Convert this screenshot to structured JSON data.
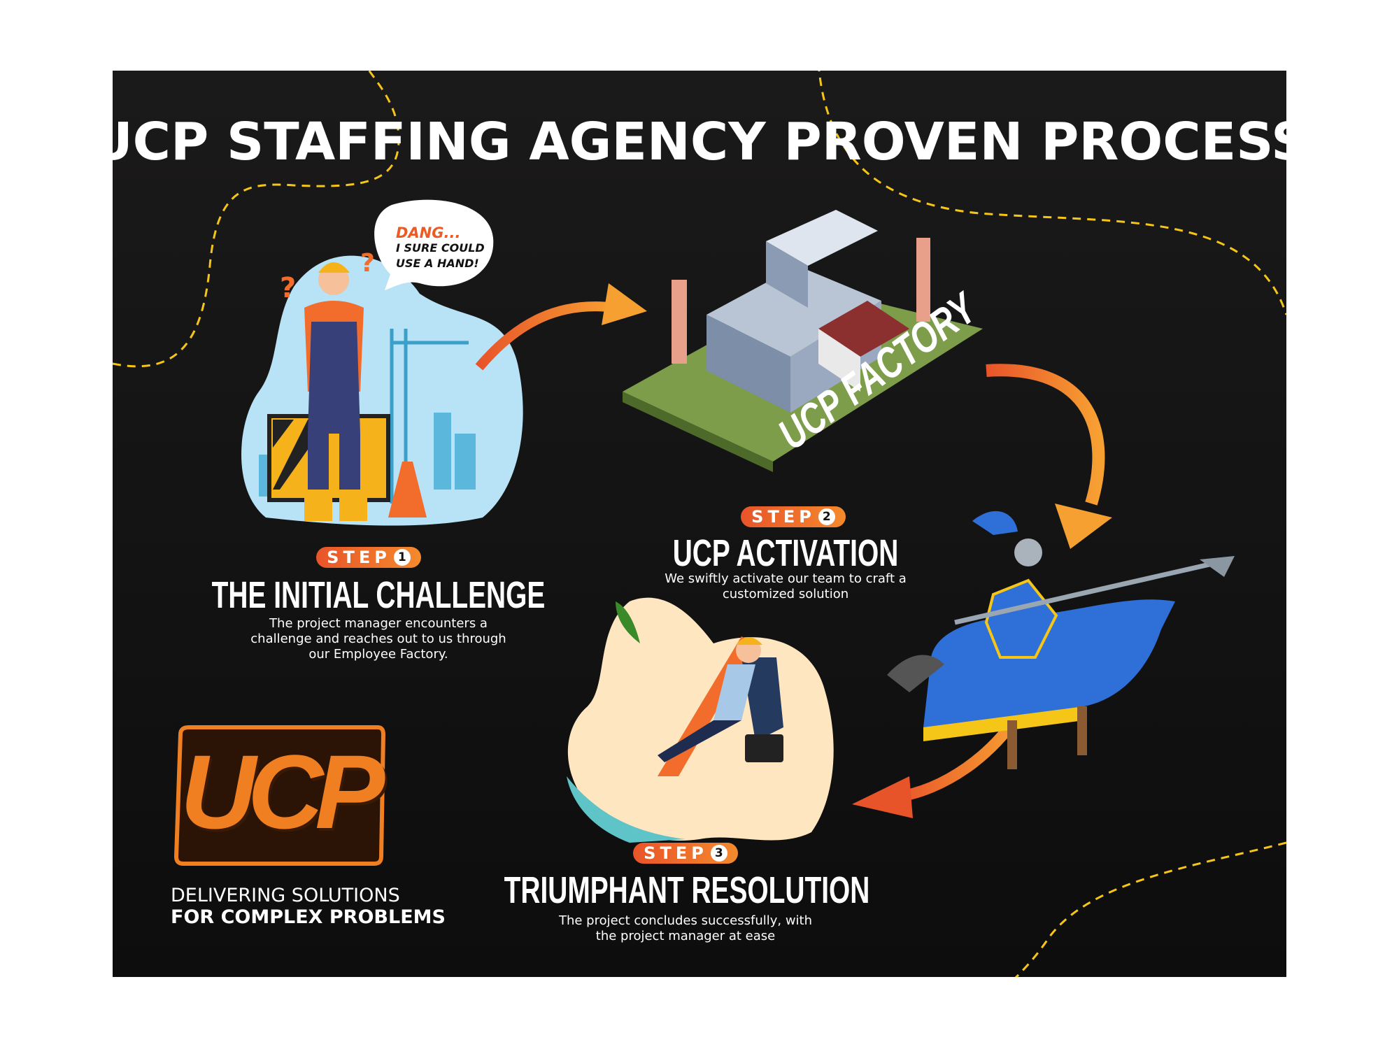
{
  "title": "UCP STAFFING AGENCY PROVEN PROCESS",
  "speech_bubble": {
    "exclaim": "DANG...",
    "line1": "I SURE COULD",
    "line2": "USE A HAND!"
  },
  "factory_label": "UCP FACTORY",
  "steps": [
    {
      "badge": "STEP",
      "number": "1",
      "heading": "THE INITIAL CHALLENGE",
      "desc": [
        "The project manager encounters a",
        "challenge and reaches out to us through",
        "our Employee Factory."
      ]
    },
    {
      "badge": "STEP",
      "number": "2",
      "heading": "UCP ACTIVATION",
      "desc": [
        "We swiftly activate our team to craft a",
        "customized solution"
      ]
    },
    {
      "badge": "STEP",
      "number": "3",
      "heading": "TRIUMPHANT RESOLUTION",
      "desc": [
        "The project concludes successfully, with",
        "the project manager at ease"
      ]
    }
  ],
  "logo": {
    "text": "UCP"
  },
  "tagline": {
    "line1": "DELIVERING SOLUTIONS",
    "line2": "FOR COMPLEX PROBLEMS"
  },
  "colors": {
    "accent": "#f07f22",
    "dash": "#f5c518",
    "background": "#141414"
  }
}
